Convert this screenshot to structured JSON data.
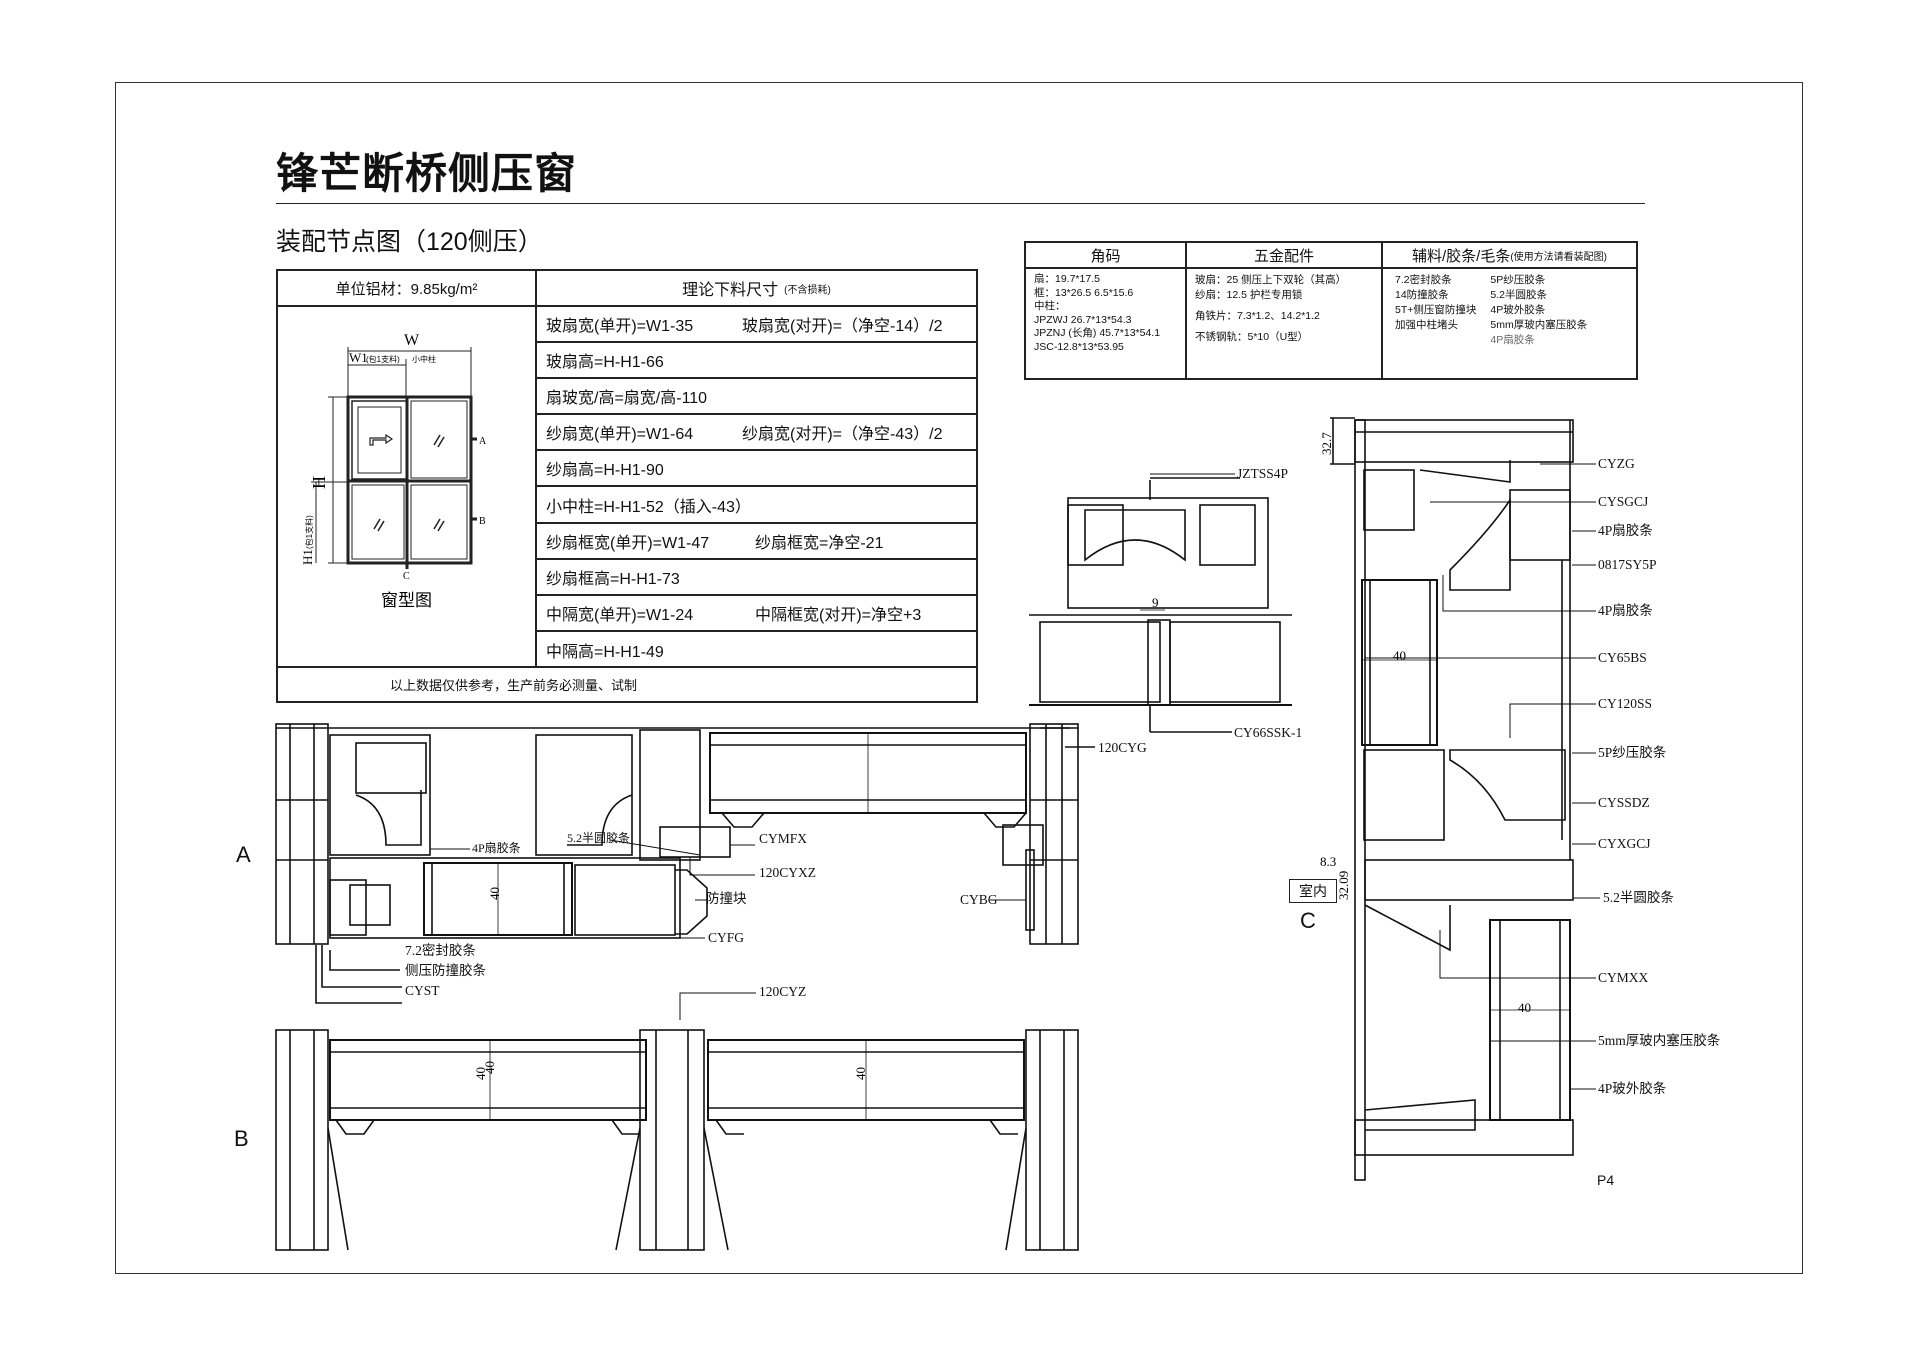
{
  "title": "锋芒断桥侧压窗",
  "subtitle": "装配节点图（120侧压）",
  "spec_table": {
    "unit_weight": "单位铝材：9.85kg/m²",
    "header_title": "理论下料尺寸",
    "header_note": "(不含损耗)",
    "rows": [
      {
        "a": "玻扇宽(单开)=W1-35",
        "b": "玻扇宽(对开)=（净空-14）/2"
      },
      {
        "a": "玻扇高=H-H1-66",
        "b": ""
      },
      {
        "a": "扇玻宽/高=扇宽/高-110",
        "b": ""
      },
      {
        "a": "纱扇宽(单开)=W1-64",
        "b": "纱扇宽(对开)=（净空-43）/2"
      },
      {
        "a": "纱扇高=H-H1-90",
        "b": ""
      },
      {
        "a": "小中柱=H-H1-52（插入-43）",
        "b": ""
      },
      {
        "a": "纱扇框宽(单开)=W1-47",
        "b": "纱扇框宽=净空-21"
      },
      {
        "a": "纱扇框高=H-H1-73",
        "b": ""
      },
      {
        "a": "中隔宽(单开)=W1-24",
        "b": "中隔框宽(对开)=净空+3"
      },
      {
        "a": "中隔高=H-H1-49",
        "b": ""
      }
    ],
    "footer": "以上数据仅供参考，生产前务必测量、试制",
    "diagram": {
      "label": "窗型图",
      "W": "W",
      "W1": "W1",
      "W1_note": "(包1支料)",
      "mullion": "小中柱",
      "H": "H",
      "H1": "H1",
      "H1_note": "(包1支料)",
      "A": "A",
      "B": "B",
      "C": "C"
    }
  },
  "accessories": {
    "headers": [
      "角码",
      "五金配件",
      "辅料/胶条/毛条"
    ],
    "header3_note": "(使用方法请看装配图)",
    "corner": [
      "扇：19.7*17.5",
      "框：13*26.5   6.5*15.6",
      "中柱：",
      "JPZWJ 26.7*13*54.3",
      "JPZNJ (长角) 45.7*13*54.1",
      "JSC-12.8*13*53.95"
    ],
    "hardware": [
      "玻扇：25 侧压上下双轮（其高）",
      "纱扇：12.5 护栏专用锁",
      "角铁片：7.3*1.2、14.2*1.2",
      "不锈钢轨：5*10（U型）"
    ],
    "aux_left": [
      "7.2密封胶条",
      "14防撞胶条",
      "5T+侧压窗防撞块",
      "加强中柱堵头"
    ],
    "aux_right": [
      "5P纱压胶条",
      "5.2半圆胶条",
      "4P玻外胶条",
      "5mm厚玻内塞压胶条",
      "4P扇胶条"
    ]
  },
  "section_a": {
    "marker": "A",
    "labels": {
      "sash_gasket": "4P扇胶条",
      "half_round": "5.2半圆胶条",
      "cymfx": "CYMFX",
      "cyxz": "120CYXZ",
      "bumper": "防撞块",
      "cyfg": "CYFG",
      "cybg": "CYBG",
      "cyg": "120CYG",
      "seal": "7.2密封胶条",
      "side_bumper": "侧压防撞胶条",
      "cyst": "CYST"
    },
    "dims": [
      "40",
      "40"
    ]
  },
  "section_b": {
    "marker": "B",
    "labels": {
      "cyz": "120CYZ"
    },
    "dims": [
      "40",
      "40"
    ]
  },
  "mullion_detail": {
    "labels": {
      "top": "JZTSS4P",
      "bottom": "CY66SSK-1"
    },
    "dim": "9"
  },
  "section_c": {
    "marker": "C",
    "indoor": "室内",
    "labels": [
      "CYZG",
      "CYSGCJ",
      "4P扇胶条",
      "0817SY5P",
      "4P扇胶条",
      "CY65BS",
      "CY120SS",
      "5P纱压胶条",
      "CYSSDZ",
      "CYXGCJ",
      "5.2半圆胶条",
      "CYMXX",
      "5mm厚玻内塞压胶条",
      "4P玻外胶条"
    ],
    "dims": {
      "top": "32.7",
      "mid": "8.3",
      "low": "32.09",
      "glass": "40",
      "glass2": "40"
    }
  },
  "page": "P4"
}
